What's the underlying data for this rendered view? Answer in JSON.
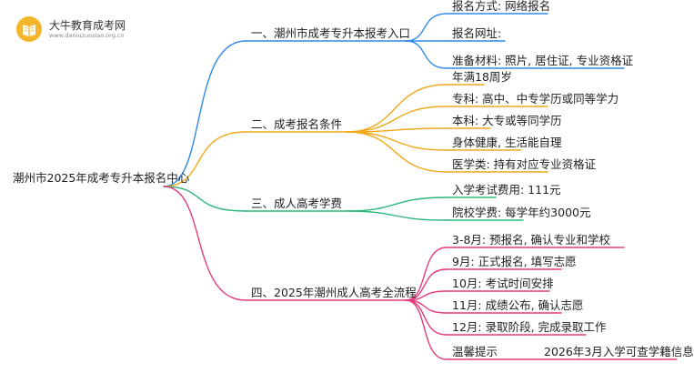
{
  "logo": {
    "name": "大牛教育成考网",
    "url": "www.daniuzuosiao.org.cn",
    "icon": "book-icon",
    "color": "#f5b52b"
  },
  "root": {
    "text": "潮州市2025年成考专升本报名中心"
  },
  "branches": [
    {
      "text": "一、潮州市成考专升本报考入口",
      "color": "#2f8ae8",
      "children": [
        "报名方式: 网络报名",
        "报名网址:",
        "准备材料: 照片, 居住证, 专业资格证"
      ]
    },
    {
      "text": "二、成考报名条件",
      "color": "#f0a81a",
      "children": [
        "年满18周岁",
        "专科: 高中、中专学历或同等学力",
        "本科: 大专或等同学历",
        "身体健康, 生活能自理",
        "医学类: 持有对应专业资格证"
      ]
    },
    {
      "text": "三、成人高考学费",
      "color": "#2db87a",
      "children": [
        "入学考试费用: 111元",
        "院校学费: 每学年约3000元"
      ]
    },
    {
      "text": "四、2025年潮州成人高考全流程",
      "color": "#e63c7e",
      "children": [
        "3-8月: 预报名, 确认专业和学校",
        "9月: 正式报名, 填写志愿",
        "10月: 考试时间安排",
        "11月: 成绩公布, 确认志愿",
        "12月: 录取阶段, 完成录取工作",
        "温馨提示"
      ],
      "extra": "2026年3月入学可查学籍信息"
    }
  ]
}
